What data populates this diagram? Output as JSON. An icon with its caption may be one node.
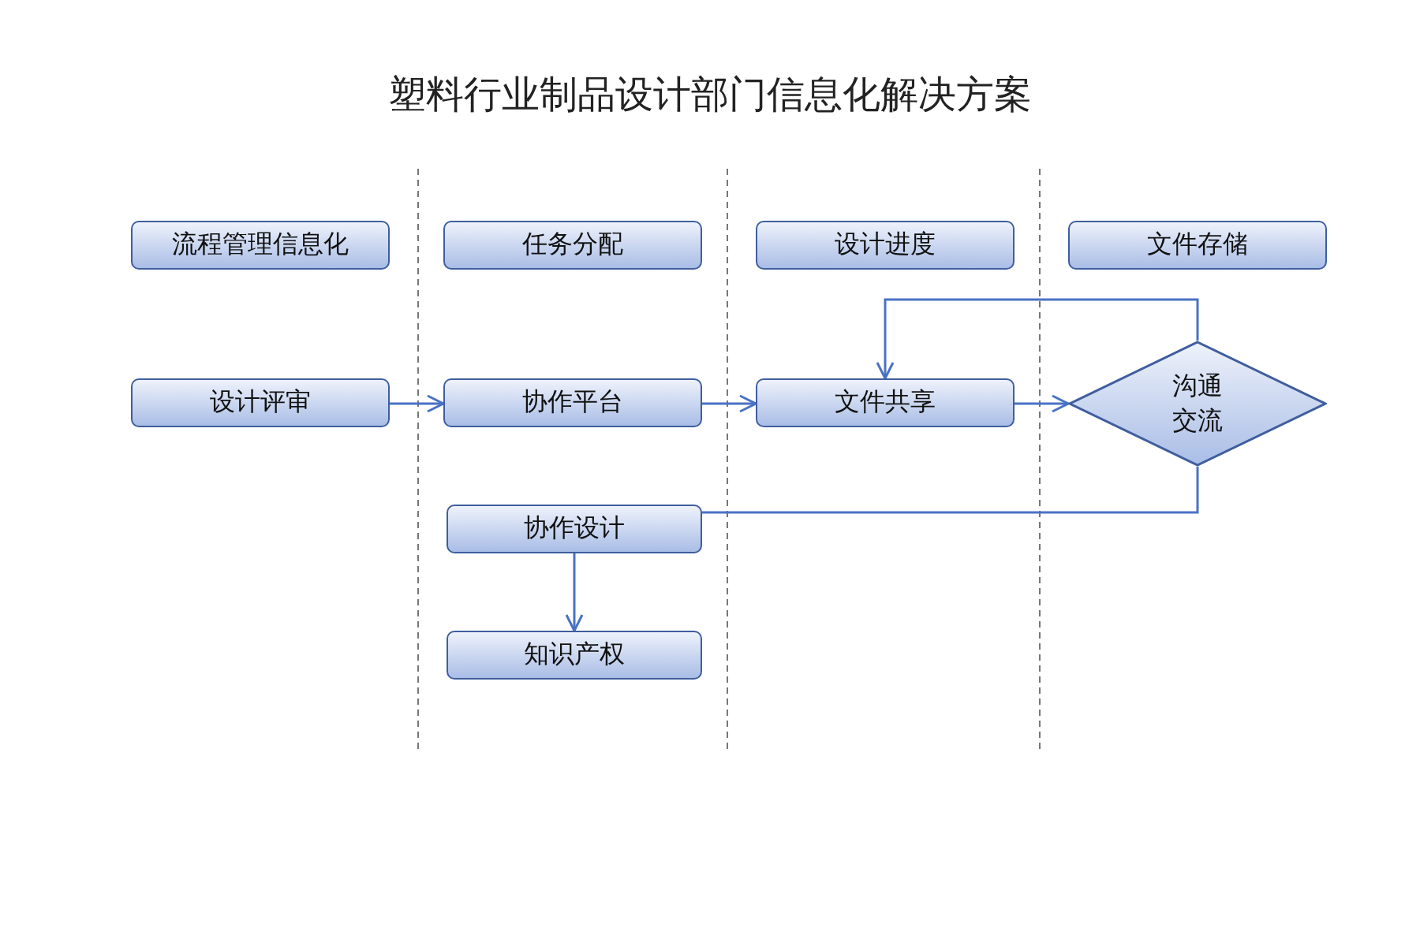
{
  "diagram": {
    "title": "塑料行业制品设计部门信息化解决方案",
    "nodes": [
      {
        "text": [
          "流程管理信息化"
        ]
      },
      {
        "text": [
          "任务分配"
        ]
      },
      {
        "text": [
          "设计进度"
        ]
      },
      {
        "text": [
          "文件存储"
        ]
      },
      {
        "text": [
          "设计评审"
        ]
      },
      {
        "text": [
          "协作平台"
        ]
      },
      {
        "text": [
          "文件共享"
        ]
      },
      {
        "text": [
          "沟通交流"
        ]
      },
      {
        "text": [
          "协作设计"
        ]
      },
      {
        "text": [
          "知识产权"
        ]
      }
    ],
    "edges": [
      {
        "from": 4,
        "to": 5,
        "arrow": "to"
      },
      {
        "from": 5,
        "to": 6,
        "arrow": "to"
      },
      {
        "from": 6,
        "to": 7,
        "arrow": "to"
      },
      {
        "from": 7,
        "to": 6,
        "arrow": "to"
      },
      {
        "from": 7,
        "to": 8,
        "arrow": "none"
      },
      {
        "from": 8,
        "to": 9,
        "arrow": "to"
      }
    ]
  }
}
